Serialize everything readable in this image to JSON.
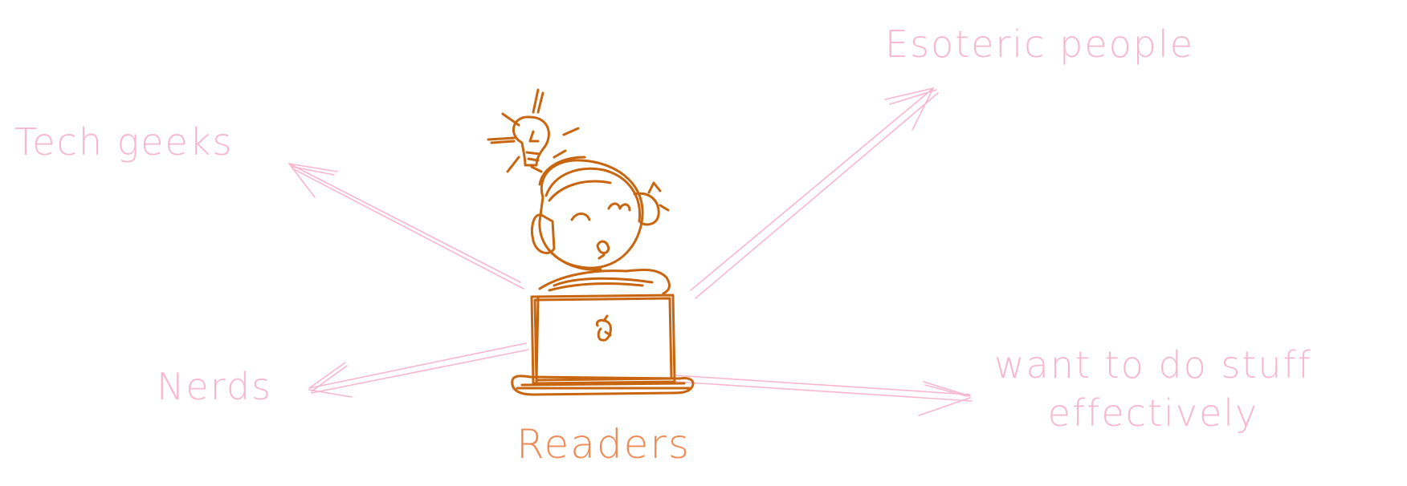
{
  "diagram": {
    "center_label": "Readers",
    "satellites": [
      {
        "id": "tech",
        "label": "Tech geeks"
      },
      {
        "id": "nerds",
        "label": "Nerds"
      },
      {
        "id": "esoteric",
        "label": "Esoteric people"
      },
      {
        "id": "want",
        "label": "want to do stuff\neffectively"
      }
    ]
  },
  "colors": {
    "satellite_text": "#f7b7cf",
    "arrow": "#f7b7cf",
    "center_text": "#f08a55",
    "figure_stroke": "#c8650f",
    "background": "#ffffff"
  },
  "icons": {
    "center_figure": "person-with-headphones-at-laptop-icon",
    "idea": "lightbulb-icon",
    "laptop_logo": "apple-logo-icon"
  }
}
